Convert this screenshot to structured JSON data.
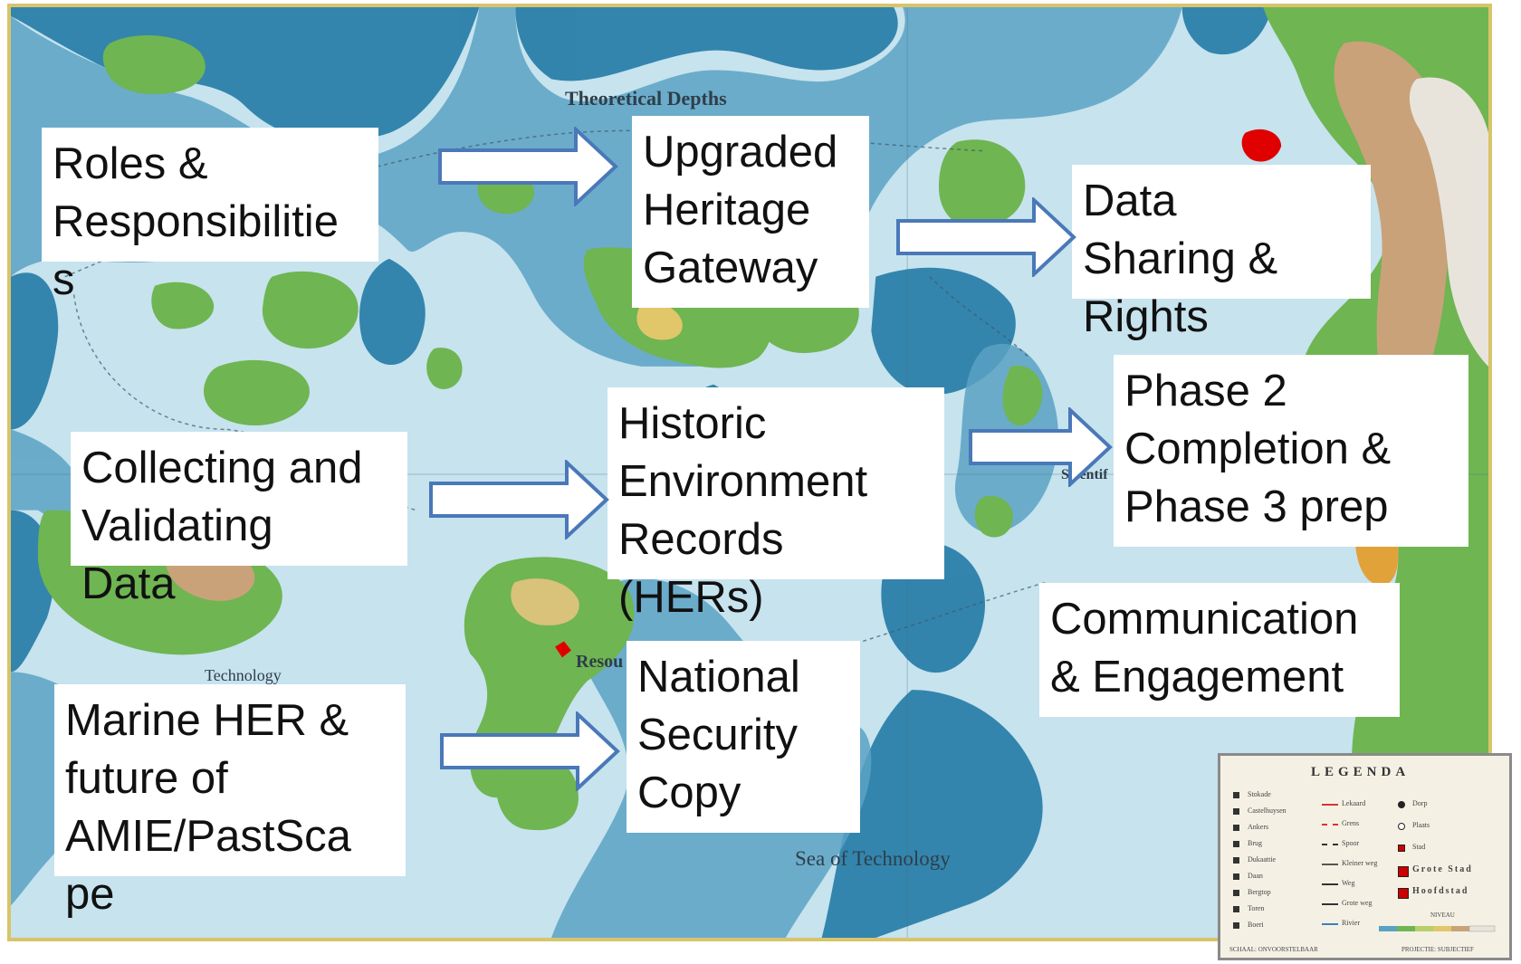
{
  "map": {
    "places": {
      "theoretical_depths": "Theoretical Depths",
      "sea_of_technology": "Sea of Technology",
      "technology": "Technology",
      "resources": "Resou",
      "scientific": "Scientif"
    },
    "legend": {
      "title": "LEGENDA",
      "left_items": [
        "Stokade",
        "Castelhuysen",
        "Ankers",
        "Brug",
        "Dukaattie",
        "Daan",
        "Bergtop",
        "Toren",
        "Boeri"
      ],
      "mid_items": [
        "Lekaard",
        "Grens",
        "Spoor",
        "Kleiner weg",
        "Weg",
        "Grote weg",
        "Rivier"
      ],
      "right_items": [
        "Dorp",
        "Plaats",
        "Stad",
        "Grote Stad",
        "Hoofdstad"
      ],
      "scale_label": "SCHAAL: ONVOORSTELBAAR",
      "project_label": "PROJECTIE: SUBJECTIEF",
      "niveau_label": "NIVEAU"
    }
  },
  "boxes": {
    "roles": "Roles &\nResponsibilitie\ns",
    "gateway": "Upgraded\nHeritage\nGateway",
    "sharing": "Data\nSharing &\nRights",
    "phase": "Phase 2\nCompletion &\nPhase 3 prep",
    "collecting": "Collecting and\nValidating\nData",
    "hers": "Historic\nEnvironment\nRecords\n(HERs)",
    "comms": "Communication\n& Engagement",
    "marine": "Marine HER &\nfuture  of\nAMIE/PastSca\npe",
    "security": "National\nSecurity\nCopy"
  },
  "colors": {
    "deep_sea": "#2b7fa9",
    "mid_sea": "#5aa2c4",
    "shallow_sea": "#a9d3e4",
    "land": "#6fb552",
    "arrow_stroke": "#4a78b8",
    "frame": "#d8c46a",
    "capital_red": "#e00000"
  }
}
